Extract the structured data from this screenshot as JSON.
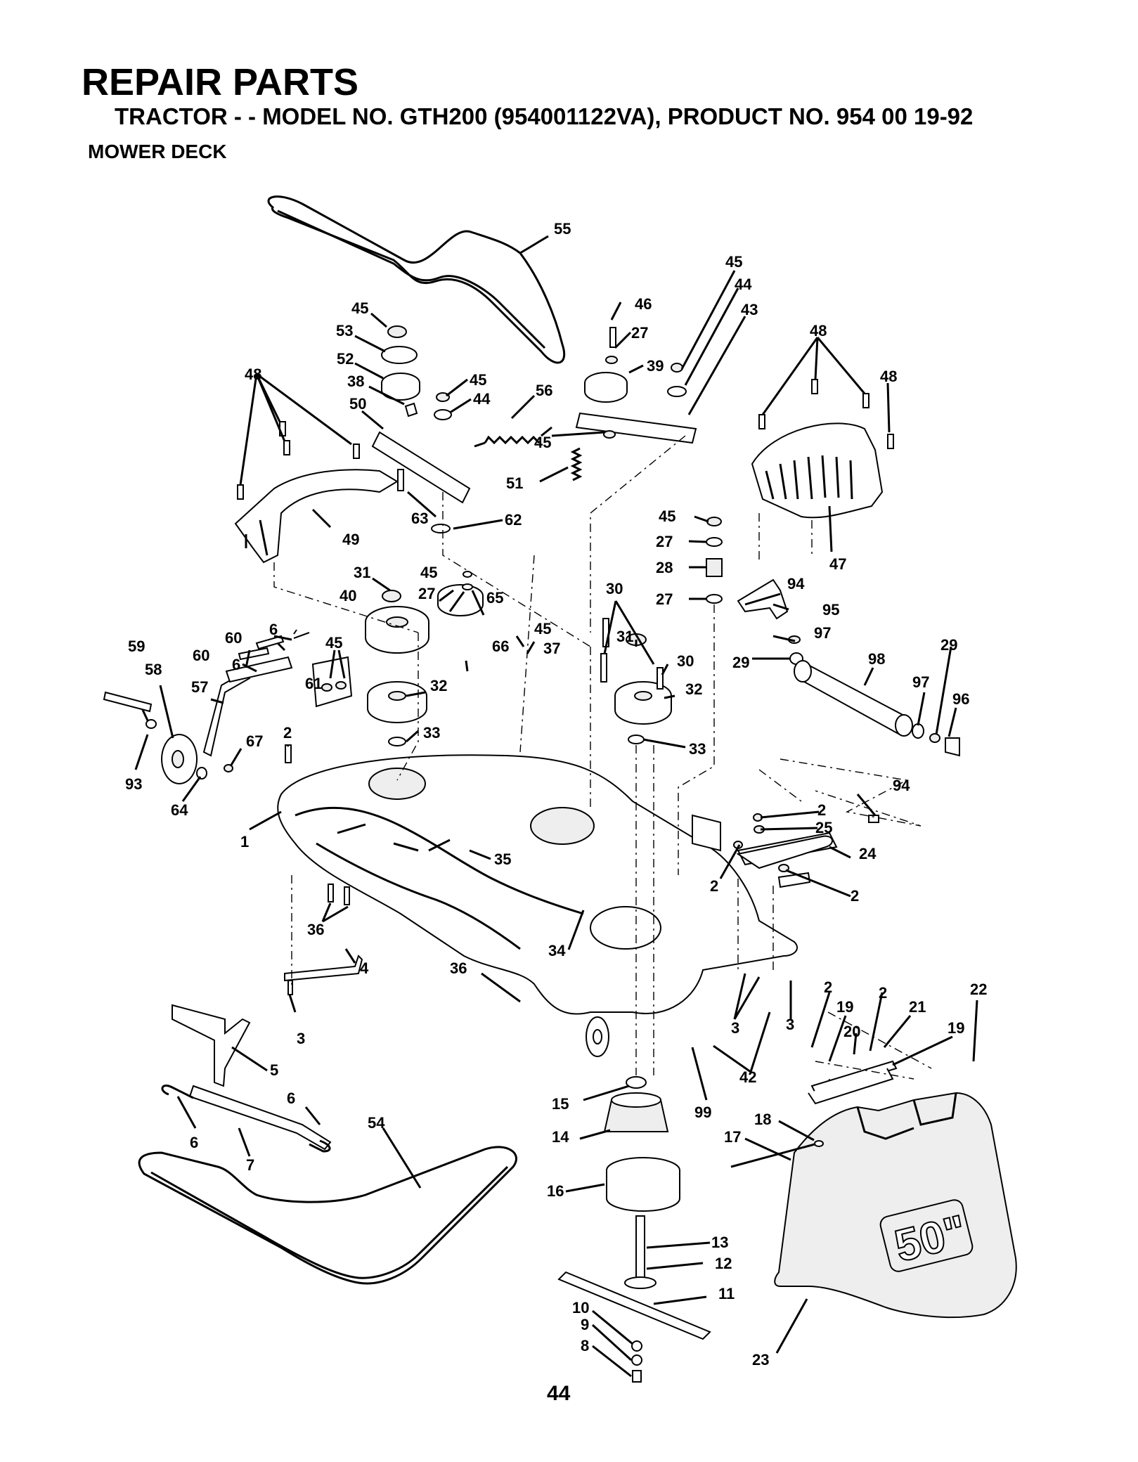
{
  "header": {
    "title": "REPAIR PARTS",
    "model_line": "TRACTOR - - MODEL NO. GTH200 (954001122VA), PRODUCT NO. 954 00 19-92",
    "section": "MOWER DECK"
  },
  "page_number": "44",
  "deck_badge": "50\"",
  "callouts": {
    "c55": "55",
    "c45a": "45",
    "c44a": "44",
    "c43": "43",
    "c46": "46",
    "c27a": "27",
    "c39": "39",
    "c48a": "48",
    "c48b": "48",
    "c48c": "48",
    "c45b": "45",
    "c53": "53",
    "c52": "52",
    "c38": "38",
    "c50": "50",
    "c45c": "45",
    "c44b": "44",
    "c56": "56",
    "c45d": "45",
    "c51": "51",
    "c63": "63",
    "c62": "62",
    "c49": "49",
    "c47": "47",
    "c45e": "45",
    "c27b": "27",
    "c28": "28",
    "c27c": "27",
    "c94a": "94",
    "c95": "95",
    "c31a": "31",
    "c40": "40",
    "c45f": "45",
    "c27d": "27",
    "c65": "65",
    "c30a": "30",
    "c6a": "6",
    "c60a": "60",
    "c60b": "60",
    "c6b": "6",
    "c45g": "45",
    "c66": "66",
    "c45h": "45",
    "c37": "37",
    "c31b": "31",
    "c30b": "30",
    "c97a": "97",
    "c98": "98",
    "c29a": "29",
    "c29b": "29",
    "c59": "59",
    "c58": "58",
    "c57": "57",
    "c61": "61",
    "c32a": "32",
    "c32b": "32",
    "c97b": "97",
    "c96": "96",
    "c33a": "33",
    "c33b": "33",
    "c2a": "2",
    "c67": "67",
    "c93": "93",
    "c64": "64",
    "c94b": "94",
    "c1": "1",
    "c2b": "2",
    "c25": "25",
    "c24": "24",
    "c2c": "2",
    "c2d": "2",
    "c35": "35",
    "c36a": "36",
    "c34": "34",
    "c4": "4",
    "c36b": "36",
    "c2e": "2",
    "c2f": "2",
    "c22": "22",
    "c19a": "19",
    "c21": "21",
    "c20": "20",
    "c19b": "19",
    "c3a": "3",
    "c3b": "3",
    "c3c": "3",
    "c42": "42",
    "c5": "5",
    "c15": "15",
    "c99": "99",
    "c18": "18",
    "c6c": "6",
    "c14": "14",
    "c17": "17",
    "c6d": "6",
    "c7": "7",
    "c54": "54",
    "c16": "16",
    "c13": "13",
    "c12": "12",
    "c11": "11",
    "c10": "10",
    "c9": "9",
    "c8": "8",
    "c23": "23"
  }
}
